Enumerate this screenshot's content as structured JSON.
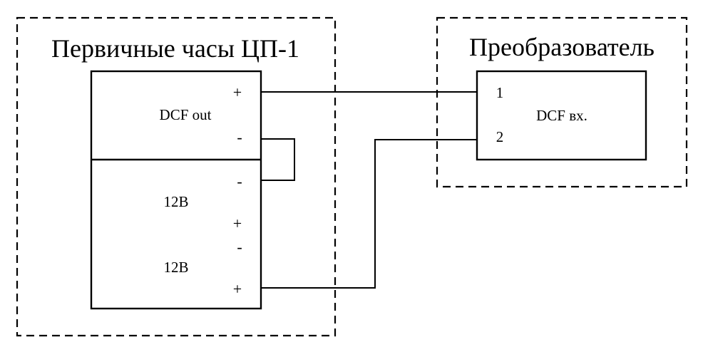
{
  "diagram": {
    "type": "wiring-diagram",
    "left_group": {
      "title": "Первичные часы ЦП-1",
      "module_dcf": {
        "label": "DCF out",
        "plus": "+",
        "minus": "-"
      },
      "module_power": {
        "supply1": {
          "label": "12В",
          "minus": "-",
          "plus": "+"
        },
        "supply2": {
          "label": "12В",
          "minus": "-",
          "plus": "+"
        }
      }
    },
    "right_group": {
      "title": "Преобразователь",
      "module_dcf_in": {
        "label": "DCF вх.",
        "pin1": "1",
        "pin2": "2"
      }
    },
    "connections": [
      {
        "from": "DCF out +",
        "to": "DCF вх. 1"
      },
      {
        "from": "DCF out -",
        "to": "12В (1) -"
      },
      {
        "from": "12В (2) +",
        "to": "DCF вх. 2"
      }
    ]
  }
}
